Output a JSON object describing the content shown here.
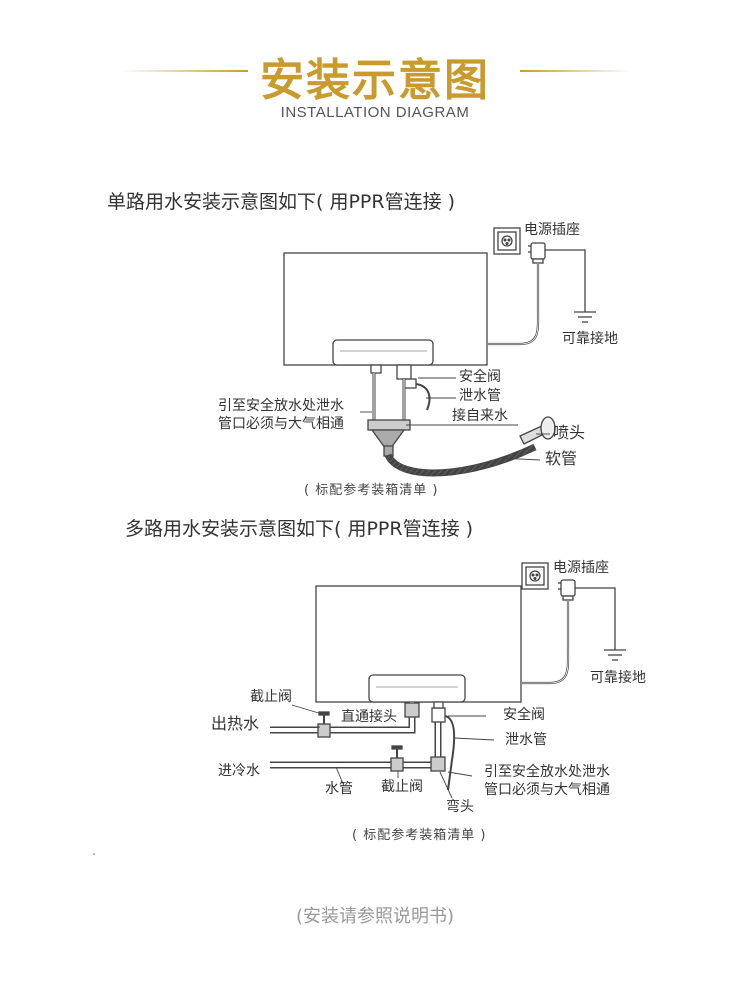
{
  "header": {
    "title": "安装示意图",
    "subtitle": "INSTALLATION DIAGRAM",
    "accent_color": "#c99a2e"
  },
  "single": {
    "title": "单路用水安装示意图如下( 用PPR管连接 )",
    "labels": {
      "socket": "电源插座",
      "ground": "可靠接地",
      "safety_valve": "安全阀",
      "drain_pipe": "泄水管",
      "inlet": "接自来水",
      "drain_note_1": "引至安全放水处泄水",
      "drain_note_2": "管口必须与大气相通",
      "shower_head": "喷头",
      "hose": "软管"
    },
    "note": "( 标配参考装箱清单 )"
  },
  "multi": {
    "title": "多路用水安装示意图如下( 用PPR管连接 )",
    "labels": {
      "socket": "电源插座",
      "ground": "可靠接地",
      "stop_valve_top": "截止阀",
      "hot_out": "出热水",
      "straight_joint": "直通接头",
      "safety_valve": "安全阀",
      "drain_pipe": "泄水管",
      "cold_in": "进冷水",
      "water_pipe": "水管",
      "stop_valve_bottom": "截止阀",
      "elbow": "弯头",
      "drain_note_1": "引至安全放水处泄水",
      "drain_note_2": "管口必须与大气相通"
    },
    "note": "( 标配参考装箱清单 )"
  },
  "footer": {
    "text": "(安装请参照说明书)"
  }
}
